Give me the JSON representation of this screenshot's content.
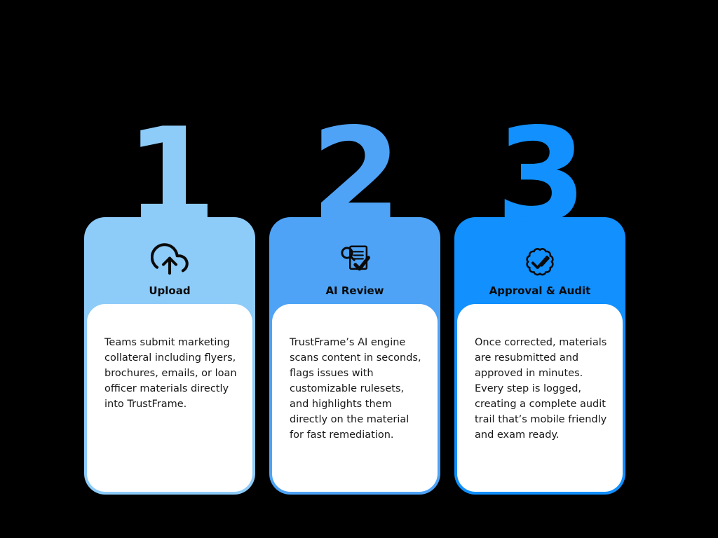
{
  "background_color": "#000000",
  "panel_color": "#FFFFFF",
  "steps": [
    {
      "number": "1",
      "accent_color": "#8DCBF9",
      "icon": "cloud-upload-icon",
      "title": "Upload",
      "body": "Teams submit marketing collateral including flyers, brochures, emails, or loan officer materials directly into TrustFrame."
    },
    {
      "number": "2",
      "accent_color": "#4EA3F6",
      "icon": "document-search-check-icon",
      "title": "AI Review",
      "body": "TrustFrame’s AI engine scans content in seconds, flags issues with customizable rulesets, and highlights them directly on the material for fast remediation."
    },
    {
      "number": "3",
      "accent_color": "#1190FE",
      "icon": "seal-check-icon",
      "title": "Approval & Audit",
      "body": "Once corrected, materials are resubmitted and approved in minutes. Every step is logged, creating a complete audit trail that’s mobile friendly and exam ready."
    }
  ]
}
